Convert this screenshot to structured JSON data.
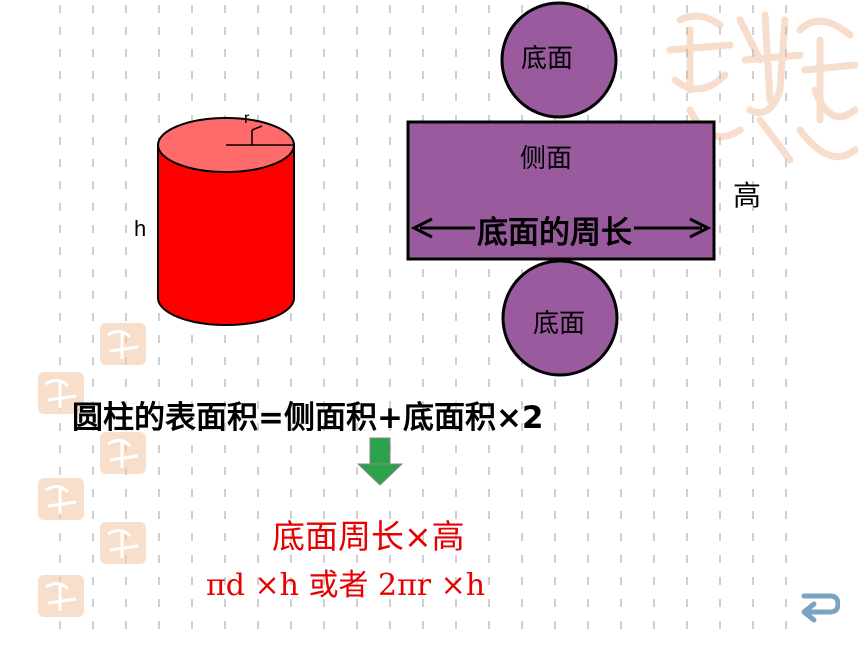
{
  "cylinder": {
    "radius_label": "r",
    "height_label": "h",
    "body_color": "#ff0000",
    "top_color": "#ff6b6b"
  },
  "net": {
    "top_circle_label": "底面",
    "bottom_circle_label": "底面",
    "rect_label": "侧面",
    "rect_bottom_label": "底面的周长",
    "height_side_label": "高",
    "fill_color": "#9a5b9e"
  },
  "formula": {
    "main": "圆柱的表面积=侧面积+底面积×2",
    "lateral_1": "底面周长×高",
    "lateral_2": "πd ×h 或者 2πr ×h",
    "accent_color": "#e60000"
  },
  "controls": {
    "back_icon": "return-arrow-icon"
  }
}
